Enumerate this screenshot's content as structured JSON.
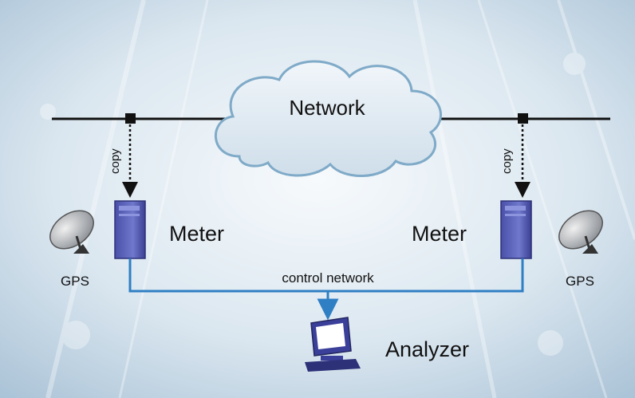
{
  "diagram": {
    "network_label": "Network",
    "copy_left": "copy",
    "copy_right": "copy",
    "meter_left": "Meter",
    "meter_right": "Meter",
    "gps_left": "GPS",
    "gps_right": "GPS",
    "control_network": "control network",
    "analyzer": "Analyzer"
  },
  "colors": {
    "background_center": "#f4f8fb",
    "background_edge": "#b9cfdf",
    "cloud_fill": "#e4edf5",
    "cloud_stroke": "#7faac8",
    "network_line": "#111111",
    "meter_body": "#5b62b8",
    "control_line": "#2f7fc4",
    "analyzer": "#3a3f9a"
  },
  "icons": {
    "tap": "square-tap-icon",
    "meter": "server-tower-icon",
    "gps": "satellite-dish-icon",
    "analyzer": "desktop-computer-icon"
  }
}
